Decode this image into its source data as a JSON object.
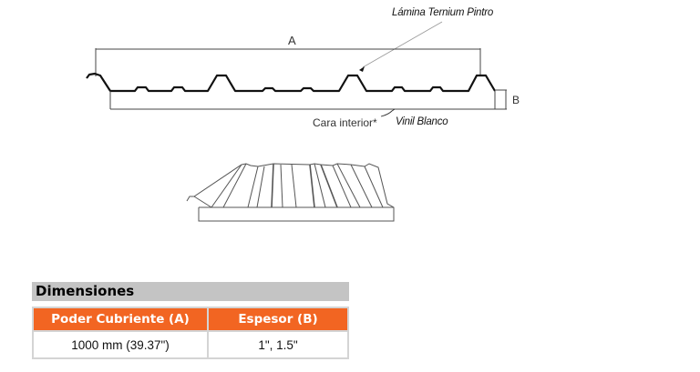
{
  "diagram": {
    "profile_view": {
      "label_material": "Lámina Ternium Pintro",
      "label_width_dim": "A",
      "label_thickness_dim": "B",
      "label_inner_face": "Cara interior*",
      "label_inner_finish": "Vinil Blanco"
    },
    "perspective_view": {
      "description": "perspective-sketch-of-insulated-panel"
    }
  },
  "dimensions": {
    "title": "Dimensiones",
    "colors": {
      "header_bg": "#f26522",
      "title_bg": "#c4c4c4",
      "border": "#d4d4d4"
    },
    "columns": [
      "Poder Cubriente (A)",
      "Espesor (B)"
    ],
    "rows": [
      [
        "1000 mm (39.37\")",
        "1\", 1.5\""
      ]
    ]
  }
}
